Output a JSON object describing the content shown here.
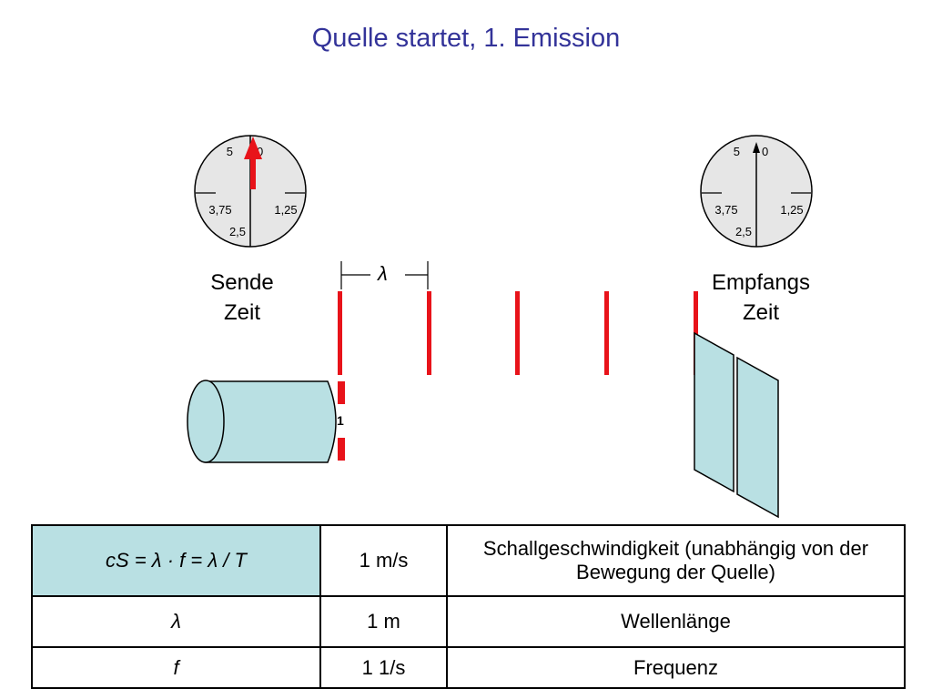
{
  "title": "Quelle startet, 1. Emission",
  "clocks": {
    "sender": {
      "label_line1": "Sende",
      "label_line2": "Zeit"
    },
    "receiver": {
      "label_line1": "Empfangs",
      "label_line2": "Zeit"
    },
    "dial_numbers": [
      "5",
      "0",
      "3,75",
      "1,25",
      "2,5"
    ]
  },
  "wavelength_label": "λ",
  "pulse_label": "1",
  "colors": {
    "title": "#333399",
    "pulse": "#e8131a",
    "body_fill": "#b9e0e3",
    "dial_fill": "#e6e6e6"
  },
  "table": {
    "rows": [
      {
        "formula": "cS = λ · f = λ / T",
        "value": "1 m/s",
        "description": "Schallgeschwindigkeit (unabhängig von der Bewegung der Quelle)"
      },
      {
        "formula": "λ",
        "value": "1 m",
        "description": "Wellenlänge"
      },
      {
        "formula": "f",
        "value": "1 1/s",
        "description": "Frequenz"
      }
    ]
  }
}
